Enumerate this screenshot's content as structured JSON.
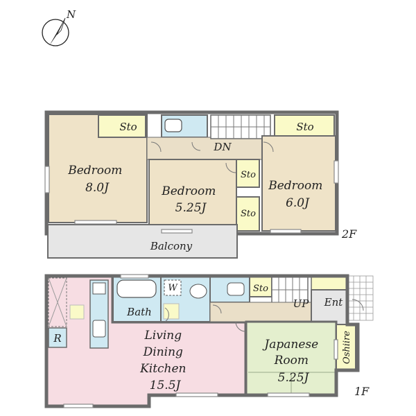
{
  "compass": {
    "label": "N",
    "icon": "compass-icon"
  },
  "floor2": {
    "label": "2F",
    "rooms": {
      "bedroom_a": [
        "Bedroom",
        "8.0J"
      ],
      "bedroom_b": [
        "Bedroom",
        "5.25J"
      ],
      "bedroom_c": [
        "Bedroom",
        "6.0J"
      ],
      "sto_1": "Sto",
      "sto_2": "Sto",
      "sto_3": "Sto",
      "sto_4": "Sto",
      "hall": "DN",
      "balcony": "Balcony"
    }
  },
  "floor1": {
    "label": "1F",
    "rooms": {
      "ldk": [
        "Living",
        "Dining",
        "Kitchen",
        "15.5J"
      ],
      "japanese": [
        "Japanese",
        "Room",
        "5.25J"
      ],
      "bath": "Bath",
      "washer": "W",
      "sto": "Sto",
      "stairs": "UP",
      "entrance": "Ent",
      "oshiire": "Oshiire",
      "fridge": "R"
    }
  },
  "colors": {
    "bedroom": "#efe3c8",
    "storage": "#fafac8",
    "wet": "#cfe9f2",
    "ldk": "#f7dde3",
    "japanese": "#e4efce",
    "hall": "#eadfc8",
    "balcony": "#e6e6e6",
    "wall": "#6b6b6b"
  }
}
